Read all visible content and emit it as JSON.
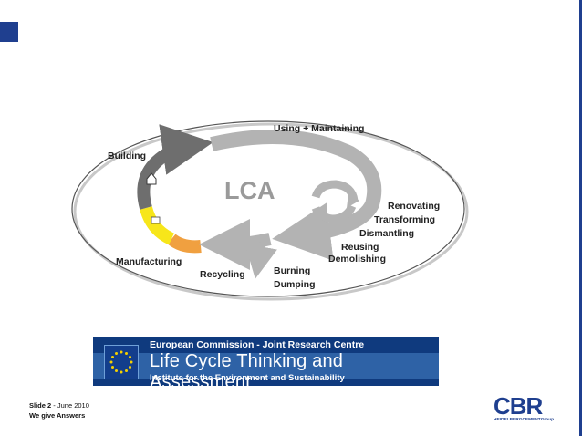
{
  "diagram": {
    "center_label": "LCA",
    "stages": {
      "using_maintaining": "Using + Maintaining",
      "building": "Building",
      "renovating": "Renovating",
      "transforming": "Transforming",
      "dismantling": "Dismantling",
      "reusing": "Reusing",
      "demolishing": "Demolishing",
      "burning": "Burning",
      "dumping": "Dumping",
      "recycling": "Recycling",
      "manufacturing": "Manufacturing"
    },
    "colors": {
      "arrow_gray": "#b3b3b3",
      "arrow_dark": "#6e6e6e",
      "manufacturing_yellow": "#f7e61a",
      "manufacturing_orange": "#f0a040",
      "ellipse_stroke": "#555555"
    }
  },
  "banner": {
    "line1": "European Commission - Joint Research Centre",
    "line2": "Life Cycle Thinking and Assessment",
    "line3": "Institute for the Environment and Sustainability",
    "background": "#2e62a6"
  },
  "footer": {
    "slide_label": "Slide 2",
    "slide_date": " - June 2010",
    "tagline": "We give Answers"
  },
  "logo": {
    "mark": "CBR",
    "subtitle": "HEIDELBERGCEMENTGroup",
    "color": "#1f3f8f"
  }
}
